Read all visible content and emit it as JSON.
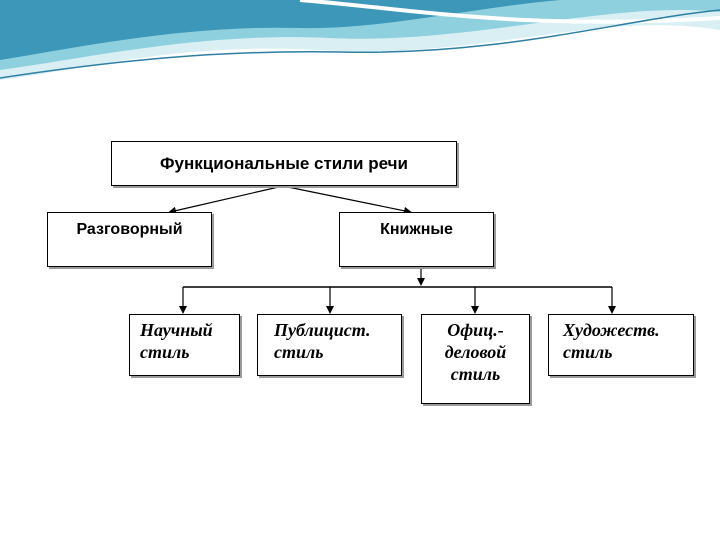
{
  "colors": {
    "wave_light": "#bfe3ec",
    "wave_mid": "#7cc4d6",
    "wave_dark": "#3a8fb0",
    "box_border": "#000000",
    "box_shadow": "#9a9a9a"
  },
  "diagram": {
    "root": "Функциональные стили речи",
    "level1": {
      "colloquial": "Разговорный",
      "bookish": "Книжные"
    },
    "level2": {
      "scientific": {
        "line1": "Научный",
        "line2": "стиль"
      },
      "journalistic": {
        "line1": "Публицист.",
        "line2": "стиль"
      },
      "official": {
        "line1": "Офиц.-",
        "line2": "деловой",
        "line3": "стиль"
      },
      "artistic": {
        "line1": "Художеств.",
        "line2": "стиль"
      }
    }
  }
}
